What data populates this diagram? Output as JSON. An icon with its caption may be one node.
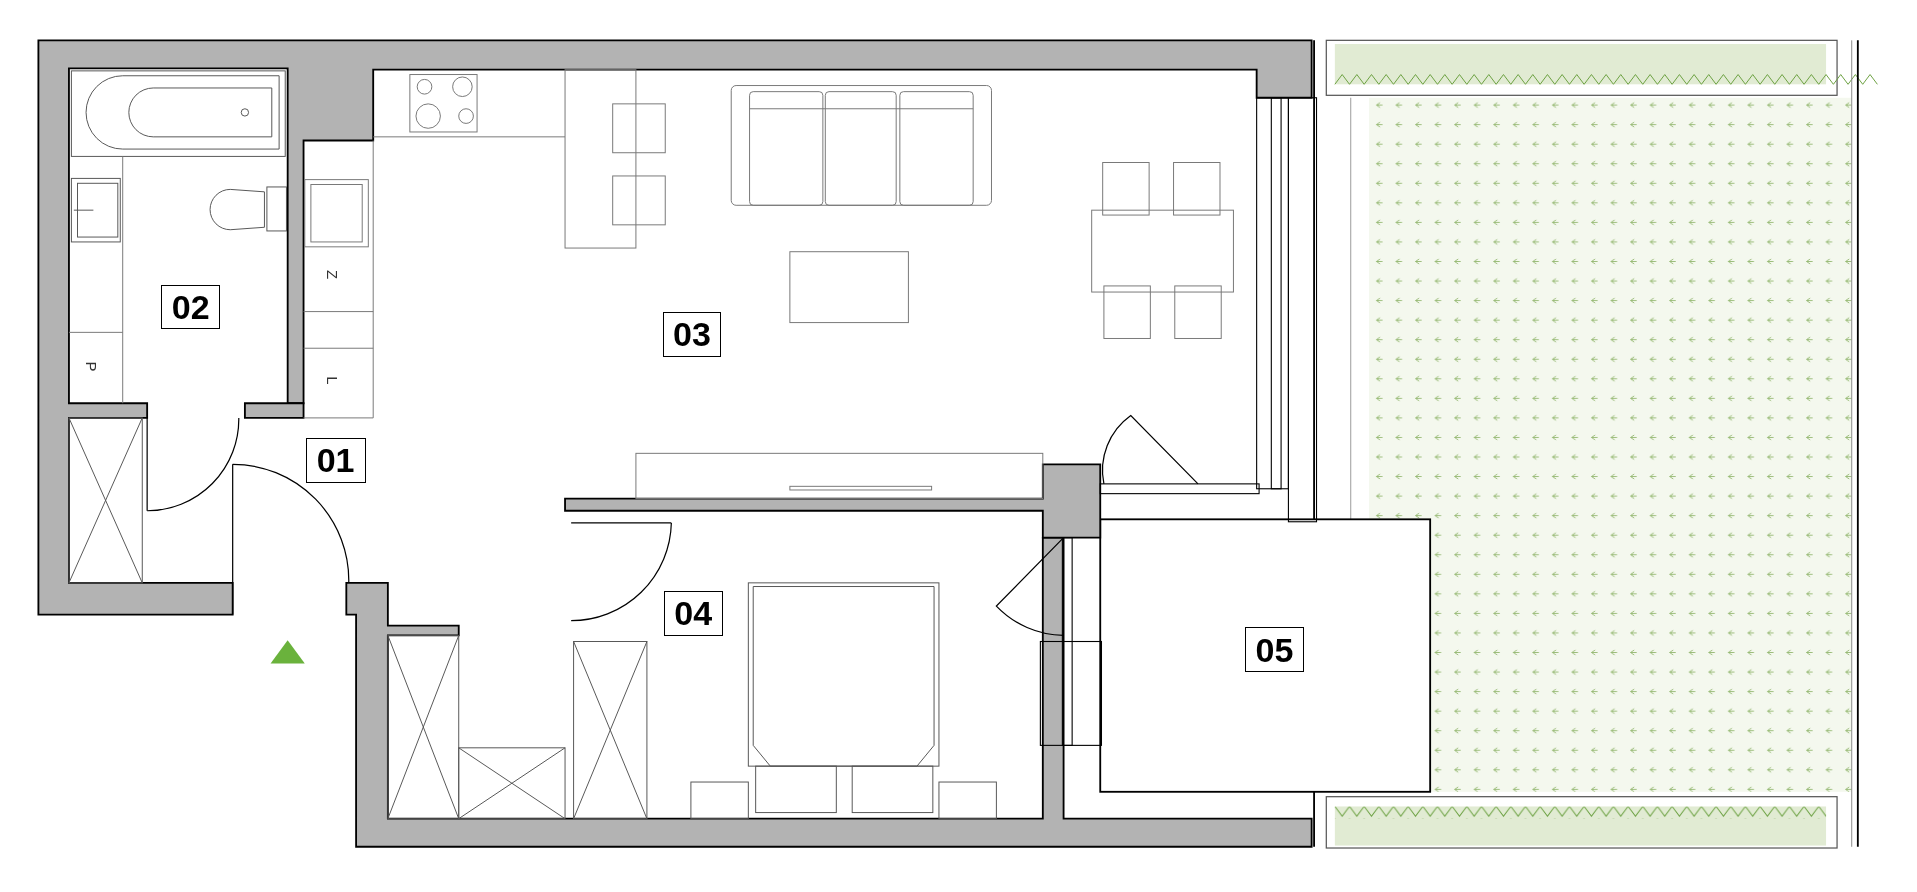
{
  "diagram": {
    "labels": [
      "02",
      "Z",
      "P",
      "L",
      "03",
      "01",
      "04",
      "05"
    ]
  }
}
